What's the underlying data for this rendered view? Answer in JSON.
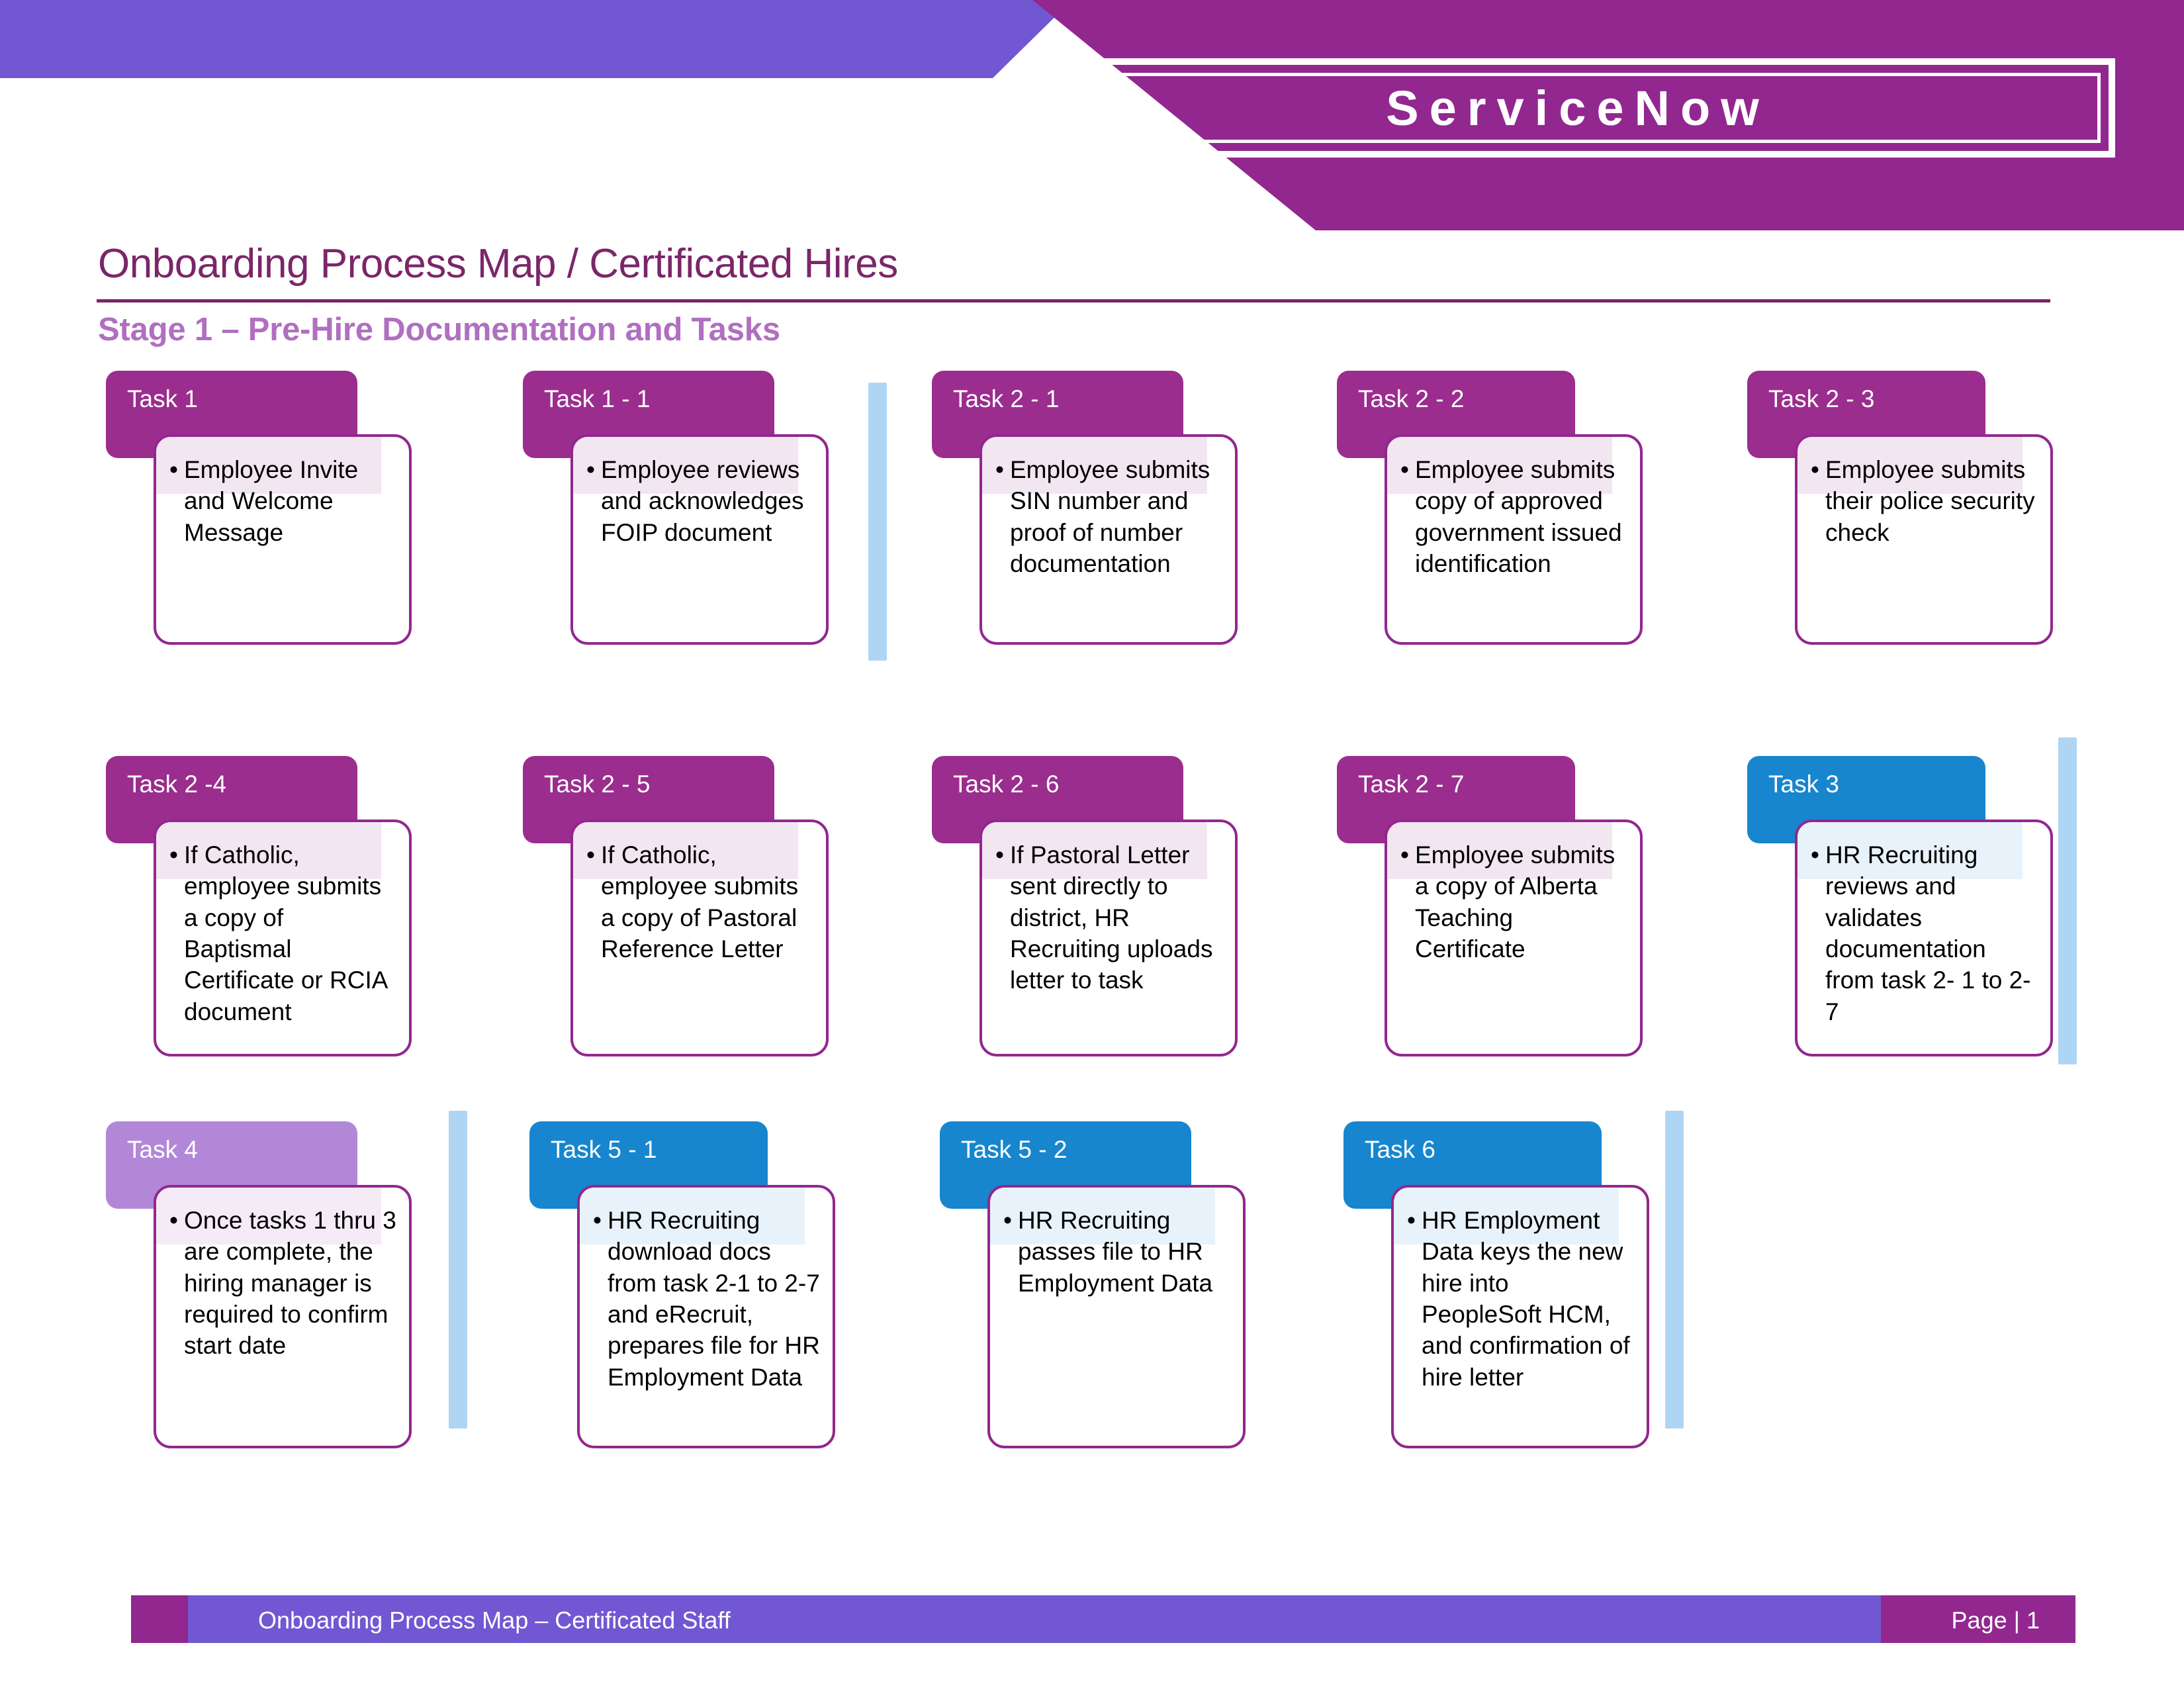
{
  "brand": {
    "name": "ServiceNow"
  },
  "titles": {
    "page_title": "Onboarding Process Map / Certificated Hires",
    "stage_title": "Stage 1 – Pre-Hire Documentation and Tasks"
  },
  "colors": {
    "header_violet": "#7158D2",
    "header_magenta": "#92278F",
    "title_purple": "#7B2669",
    "stage_purple": "#B06FC0",
    "card_magenta": "#9B2D8E",
    "card_blue": "#1786CE",
    "card_lilac": "#B287D8",
    "card_border": "#92278F",
    "separator_blue": "#AFD5F5"
  },
  "rows": [
    {
      "cards": [
        {
          "id": "task-1",
          "label": "Task 1",
          "head_color": "magenta",
          "bullets": [
            "Employee Invite and Welcome Message"
          ]
        },
        {
          "id": "task-1-1",
          "label": "Task 1 - 1",
          "head_color": "magenta",
          "bullets": [
            "Employee reviews and acknowledges FOIP document"
          ]
        },
        {
          "id": "task-2-1",
          "label": "Task 2 - 1",
          "head_color": "magenta",
          "bullets": [
            "Employee submits SIN number and proof of number documentation"
          ]
        },
        {
          "id": "task-2-2",
          "label": "Task 2 - 2",
          "head_color": "magenta",
          "bullets": [
            "Employee submits copy of approved government issued identification"
          ]
        },
        {
          "id": "task-2-3",
          "label": "Task 2 - 3",
          "head_color": "magenta",
          "bullets": [
            "Employee submits their police security check"
          ]
        }
      ]
    },
    {
      "cards": [
        {
          "id": "task-2-4",
          "label": "Task 2 -4",
          "head_color": "magenta",
          "bullets": [
            "If Catholic, employee submits a copy of Baptismal Certificate or RCIA document"
          ]
        },
        {
          "id": "task-2-5",
          "label": "Task 2 - 5",
          "head_color": "magenta",
          "bullets": [
            "If Catholic, employee submits a copy of Pastoral Reference Letter"
          ]
        },
        {
          "id": "task-2-6",
          "label": "Task 2 - 6",
          "head_color": "magenta",
          "bullets": [
            "If Pastoral Letter sent directly to district, HR Recruiting uploads letter to task"
          ]
        },
        {
          "id": "task-2-7",
          "label": "Task 2 - 7",
          "head_color": "magenta",
          "bullets": [
            "Employee submits a copy of Alberta Teaching Certificate"
          ]
        },
        {
          "id": "task-3",
          "label": "Task 3",
          "head_color": "blue",
          "bullets": [
            "HR Recruiting reviews and validates documentation from task 2- 1 to 2-7"
          ]
        }
      ]
    },
    {
      "cards": [
        {
          "id": "task-4",
          "label": "Task 4",
          "head_color": "lilac",
          "bullets": [
            "Once tasks 1 thru 3 are complete, the hiring manager is required to confirm start date"
          ]
        },
        {
          "id": "task-5-1",
          "label": "Task 5 - 1",
          "head_color": "blue",
          "bullets": [
            "HR Recruiting download docs from task 2-1 to 2-7 and eRecruit, prepares file for HR Employment Data"
          ]
        },
        {
          "id": "task-5-2",
          "label": "Task 5 - 2",
          "head_color": "blue",
          "bullets": [
            "HR Recruiting passes file to HR Employment Data"
          ]
        },
        {
          "id": "task-6",
          "label": "Task 6",
          "head_color": "blue",
          "bullets": [
            "HR Employment Data keys the new hire into PeopleSoft HCM, and confirmation of hire letter"
          ]
        }
      ]
    }
  ],
  "footer": {
    "left_text": "Onboarding Process Map – Certificated Staff",
    "right_text": "Page  |  1"
  }
}
